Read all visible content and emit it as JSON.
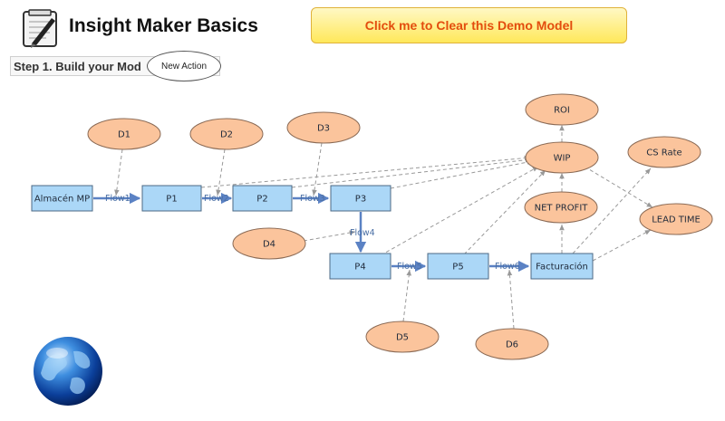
{
  "header": {
    "title": "Insight Maker Basics",
    "clear_button_label": "Click me to Clear this Demo Model"
  },
  "step": {
    "label": "Step 1. Build your Mod",
    "action_label": "New Action"
  },
  "stocks": [
    {
      "id": "almacen-mp",
      "label": "Almacén MP"
    },
    {
      "id": "p1",
      "label": "P1"
    },
    {
      "id": "p2",
      "label": "P2"
    },
    {
      "id": "p3",
      "label": "P3"
    },
    {
      "id": "p4",
      "label": "P4"
    },
    {
      "id": "p5",
      "label": "P5"
    },
    {
      "id": "facturacion",
      "label": "Facturación"
    }
  ],
  "variables": [
    {
      "id": "d1",
      "label": "D1"
    },
    {
      "id": "d2",
      "label": "D2"
    },
    {
      "id": "d3",
      "label": "D3"
    },
    {
      "id": "d4",
      "label": "D4"
    },
    {
      "id": "d5",
      "label": "D5"
    },
    {
      "id": "d6",
      "label": "D6"
    },
    {
      "id": "roi",
      "label": "ROI"
    },
    {
      "id": "wip",
      "label": "WIP"
    },
    {
      "id": "cs-rate",
      "label": "CS Rate"
    },
    {
      "id": "net-profit",
      "label": "NET PROFIT"
    },
    {
      "id": "lead-time",
      "label": "LEAD TIME"
    }
  ],
  "flows": [
    {
      "id": "flow1",
      "label": "Flow1"
    },
    {
      "id": "flow2",
      "label": "Flow2"
    },
    {
      "id": "flow3",
      "label": "Flow3"
    },
    {
      "id": "flow4",
      "label": "Flow4"
    },
    {
      "id": "flow5",
      "label": "Flow5"
    },
    {
      "id": "flow6",
      "label": "Flow6"
    }
  ],
  "colors": {
    "stock_fill": "#abd7f7",
    "variable_fill": "#fbc49c",
    "flow_line": "#5b82c4",
    "link_line": "#999999",
    "clear_button_text": "#e34d0e"
  }
}
